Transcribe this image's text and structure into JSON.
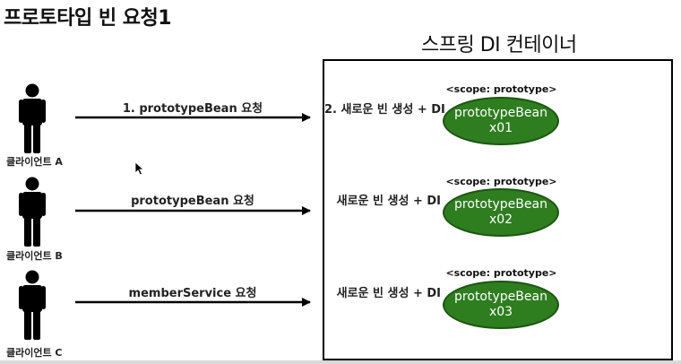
{
  "title": "프로토타입 빈 요청1",
  "container": {
    "label": "스프링 DI 컨테이너"
  },
  "clients": [
    {
      "label": "클라이언트 A",
      "request": "1. prototypeBean 요청",
      "create": "2. 새로운 빈 생성 + DI",
      "scope": "<scope: prototype>",
      "bean_name": "prototypeBean",
      "bean_id": "x01"
    },
    {
      "label": "클라이언트 B",
      "request": "prototypeBean 요청",
      "create": "새로운 빈 생성 + DI",
      "scope": "<scope: prototype>",
      "bean_name": "prototypeBean",
      "bean_id": "x02"
    },
    {
      "label": "클라이언트 C",
      "request": "memberService 요청",
      "create": "새로운 빈 생성 + DI",
      "scope": "<scope: prototype>",
      "bean_name": "prototypeBean",
      "bean_id": "x03"
    }
  ],
  "colors": {
    "bean_fill": "#2e7d1f",
    "bean_text": "#ffffff",
    "line": "#000000"
  },
  "icons": {
    "client": "person-icon",
    "pointer": "mouse-cursor-icon"
  }
}
